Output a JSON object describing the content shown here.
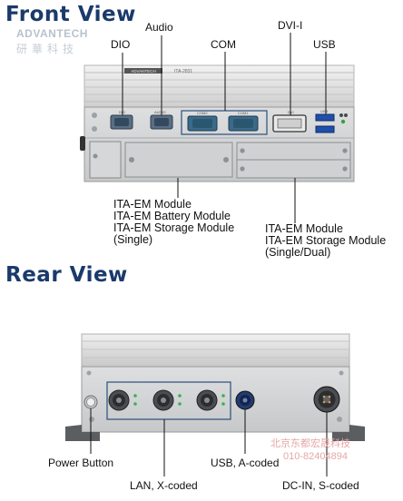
{
  "titles": {
    "front": "Front View",
    "rear": "Rear View"
  },
  "brand": {
    "name": "ADVANTECH",
    "cn": "研華科技"
  },
  "device_marks": {
    "model": "ITA-2831",
    "brand_plate": "ADVANTECH"
  },
  "front_port_marks": [
    "DIO",
    "AUDIO",
    "COM2",
    "COM1",
    "DVI",
    "USB"
  ],
  "front_labels": {
    "dio": "DIO",
    "audio": "Audio",
    "com": "COM",
    "dvi": "DVI-I",
    "usb": "USB"
  },
  "left_module": [
    "ITA-EM Module",
    "ITA-EM Battery Module",
    "ITA-EM Storage Module",
    "(Single)"
  ],
  "right_module": [
    "ITA-EM Module",
    "ITA-EM Storage Module",
    "(Single/Dual)"
  ],
  "rear_labels": {
    "power": "Power Button",
    "lan": "LAN, X-coded",
    "usb": "USB, A-coded",
    "dcin": "DC-IN, S-coded"
  },
  "watermark": {
    "line1": "北京东都宏晟科技",
    "line2": "010-82404894"
  },
  "colors": {
    "title": "#1a3a6b",
    "chassis": "#dcdcdc",
    "panel": "#d2d4d6",
    "connector": "#3a6a8a"
  }
}
